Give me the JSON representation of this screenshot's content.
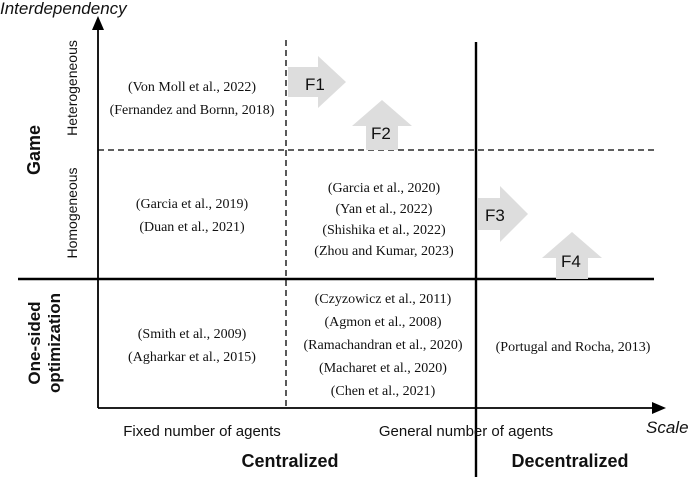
{
  "axes": {
    "y_title": "Interdependency",
    "x_title": "Scale"
  },
  "row_labels": {
    "game": "Game",
    "one_sided_line1": "One-sided",
    "one_sided_line2": "optimization",
    "heterogeneous": "Heterogeneous",
    "homogeneous": "Homogeneous"
  },
  "column_labels": {
    "fixed": "Fixed number of agents",
    "general": "General number of agents",
    "centralized": "Centralized",
    "decentralized": "Decentralized"
  },
  "arrows": {
    "f1": "F1",
    "f2": "F2",
    "f3": "F3",
    "f4": "F4"
  },
  "cells": {
    "hetero_fixed": [
      "(Von Moll et al., 2022)",
      "(Fernandez and Bornn, 2018)"
    ],
    "homo_fixed": [
      "(Garcia et al., 2019)",
      "(Duan et al., 2021)"
    ],
    "homo_general": [
      "(Garcia et al., 2020)",
      "(Yan et al., 2022)",
      "(Shishika et al., 2022)",
      "(Zhou and Kumar, 2023)"
    ],
    "opt_fixed": [
      "(Smith et al., 2009)",
      "(Agharkar et al., 2015)"
    ],
    "opt_general": [
      "(Czyzowicz et al., 2011)",
      "(Agmon et al., 2008)",
      "(Ramachandran et al., 2020)",
      "(Macharet et al., 2020)",
      "(Chen et al., 2021)"
    ],
    "opt_decentral": [
      "(Portugal and Rocha, 2013)"
    ]
  },
  "colors": {
    "line": "#000000",
    "arrow_fill": "#dddddd",
    "text": "#111111"
  }
}
